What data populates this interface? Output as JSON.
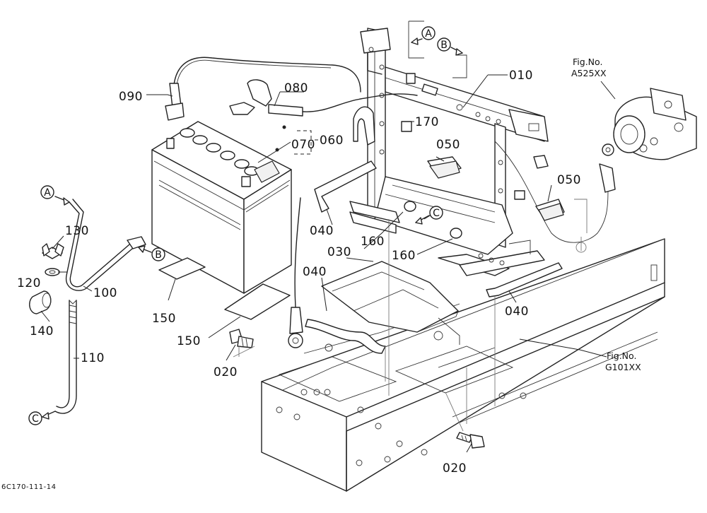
{
  "parts": {
    "p010": "010",
    "p020a": "020",
    "p020b": "020",
    "p030": "030",
    "p040a": "040",
    "p040b": "040",
    "p040c": "040",
    "p050a": "050",
    "p050b": "050",
    "p060": "060",
    "p070": "070",
    "p080": "080",
    "p090": "090",
    "p100": "100",
    "p110": "110",
    "p120": "120",
    "p130": "130",
    "p140": "140",
    "p150a": "150",
    "p150b": "150",
    "p160a": "160",
    "p160b": "160",
    "p170": "170"
  },
  "connectors": {
    "a1": "A",
    "b1": "B",
    "a2": "A",
    "b2": "B",
    "c1": "C",
    "c2": "C"
  },
  "references": {
    "ref1_line1": "Fig.No.",
    "ref1_line2": "A525XX",
    "ref2_line1": "Fig.No.",
    "ref2_line2": "G101XX"
  },
  "footer": {
    "code": "6C170-111-14"
  }
}
